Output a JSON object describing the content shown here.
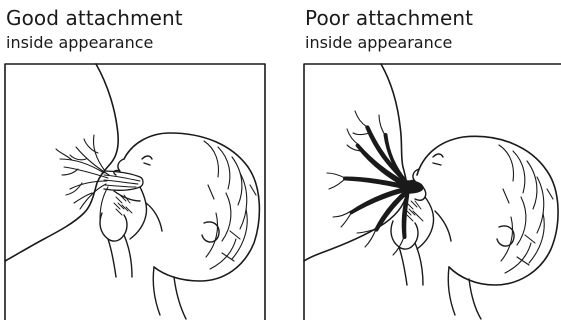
{
  "panels": [
    {
      "title": "Good attachment",
      "subtitle": "inside appearance"
    },
    {
      "title": "Poor attachment",
      "subtitle": "inside appearance"
    }
  ],
  "colors": {
    "ink": "#1a1a1a",
    "background": "#ffffff"
  }
}
